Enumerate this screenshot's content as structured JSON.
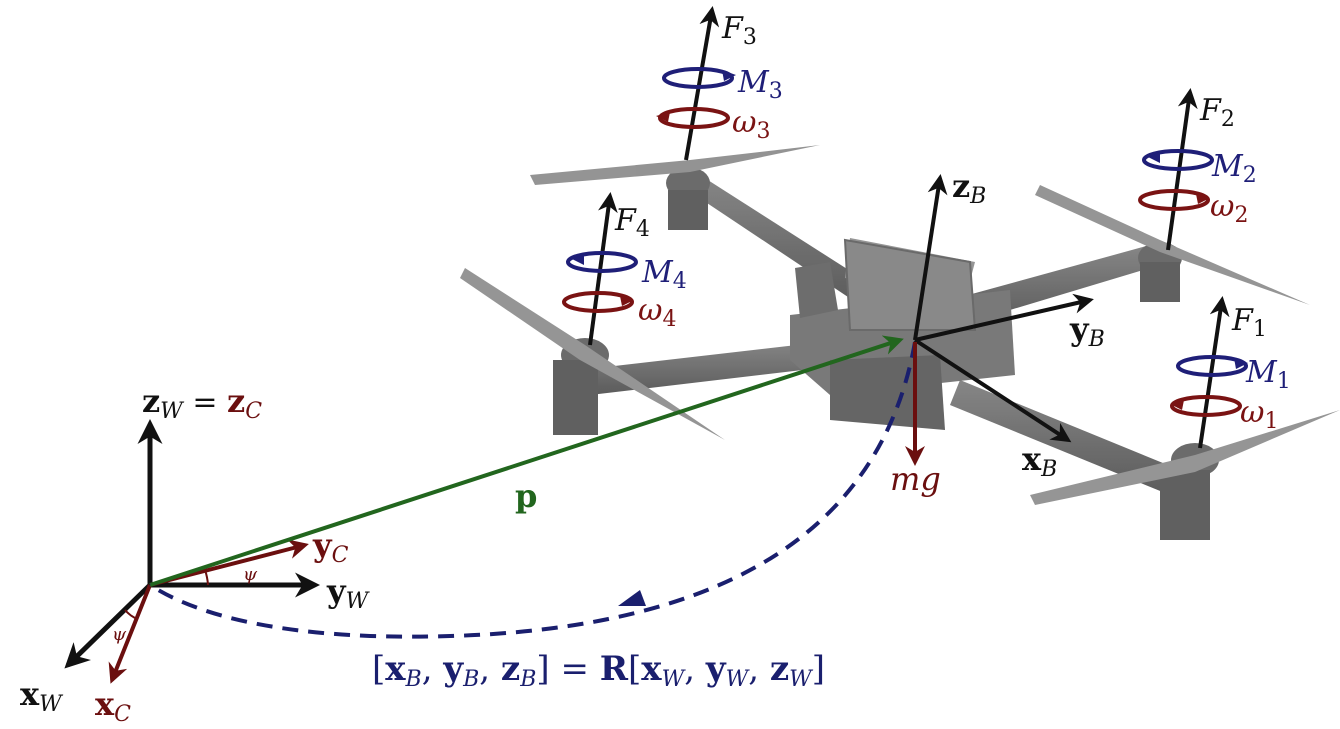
{
  "colors": {
    "black": "#111111",
    "force_red": "#6b0f0f",
    "moment_blue": "#1f1f78",
    "spin_red": "#7a1313",
    "position_green": "#22661e",
    "rotation_blue": "#1a1f6e",
    "drone_gray": "#6e6e6e"
  },
  "world_frame": {
    "z_label_base": "z",
    "z_label_sub": "W",
    "equals": " = ",
    "zc_label_base": "z",
    "zc_label_sub": "C",
    "y_label_base": "y",
    "y_label_sub": "W",
    "x_label_base": "x",
    "x_label_sub": "W",
    "yc_label_base": "y",
    "yc_label_sub": "C",
    "xc_label_base": "x",
    "xc_label_sub": "C",
    "yaw_symbol": "ψ"
  },
  "position_vector": {
    "label": "p"
  },
  "body_frame": {
    "z_label_base": "z",
    "z_label_sub": "B",
    "y_label_base": "y",
    "y_label_sub": "B",
    "x_label_base": "x",
    "x_label_sub": "B"
  },
  "gravity": {
    "label": "mg"
  },
  "rotors": [
    {
      "force_base": "F",
      "force_sub": "1",
      "moment_base": "M",
      "moment_sub": "1",
      "omega_base": "ω",
      "omega_sub": "1"
    },
    {
      "force_base": "F",
      "force_sub": "2",
      "moment_base": "M",
      "moment_sub": "2",
      "omega_base": "ω",
      "omega_sub": "2"
    },
    {
      "force_base": "F",
      "force_sub": "3",
      "moment_base": "M",
      "moment_sub": "3",
      "omega_base": "ω",
      "omega_sub": "3"
    },
    {
      "force_base": "F",
      "force_sub": "4",
      "moment_base": "M",
      "moment_sub": "4",
      "omega_base": "ω",
      "omega_sub": "4"
    }
  ],
  "rotation_equation": {
    "lhs_open": "[",
    "xb": "x",
    "xb_sub": "B",
    "comma1": ", ",
    "yb": "y",
    "yb_sub": "B",
    "comma2": ", ",
    "zb": "z",
    "zb_sub": "B",
    "lhs_close": "] = ",
    "R": "R",
    "rhs_open": "[",
    "xw": "x",
    "xw_sub": "W",
    "comma3": ", ",
    "yw": "y",
    "yw_sub": "W",
    "comma4": ", ",
    "zw": "z",
    "zw_sub": "W",
    "rhs_close": "]"
  }
}
